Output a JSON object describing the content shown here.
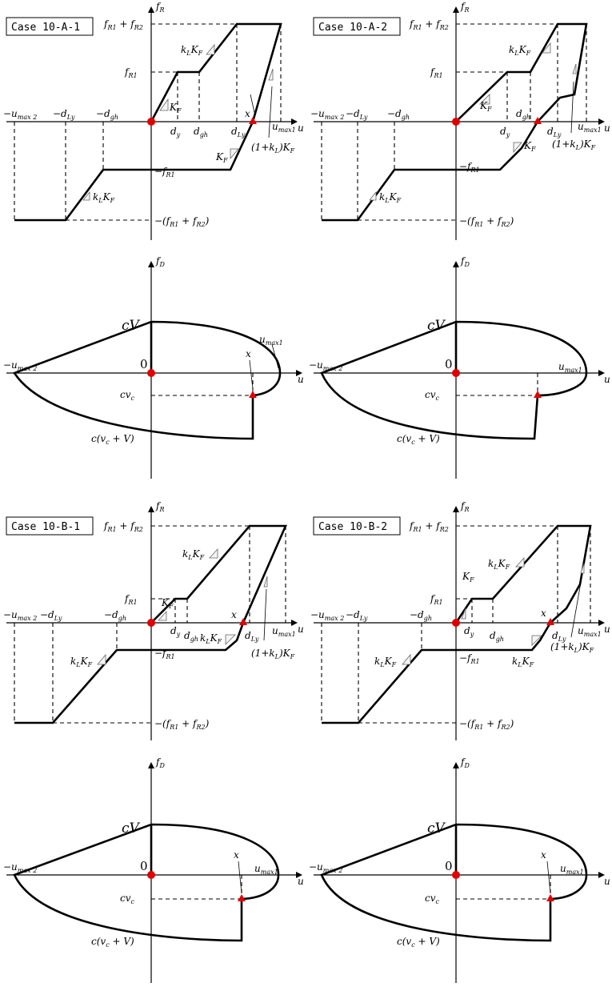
{
  "cases": [
    "Case 10-A-1",
    "Case 10-A-2",
    "Case 10-B-1",
    "Case 10-B-2"
  ],
  "axes": {
    "fR": "f",
    "fR_sub": "R",
    "fD": "f",
    "fD_sub": "D",
    "u": "u"
  },
  "force": {
    "fR1": "f",
    "fR1_sub": "R1",
    "neg_fR1": "−f",
    "neg_fR1_sub": "R1",
    "sum": "f_R1 + f_R2",
    "neg_sum": "−(f_R1 + f_R2)"
  },
  "disp": {
    "umax2": "−u",
    "umax2_sub": "max 2",
    "umax1": "u",
    "umax1_sub": "max1",
    "neg_dLy": "−d",
    "neg_dLy_sub": "Ly",
    "neg_dgh": "−d",
    "neg_dgh_sub": "gh",
    "dy": "d",
    "dy_sub": "y",
    "dgh": "d",
    "dgh_sub": "gh",
    "dLy": "d",
    "dLy_sub": "Ly",
    "x": "x"
  },
  "stiffness": {
    "KF": "K",
    "KF_sub": "F",
    "kLKF": "k",
    "kLKF_sub1": "L",
    "kLKF_mid": "K",
    "kLKF_sub2": "F",
    "onepluskL": "(1+k",
    "onepluskL_sub": "L",
    "onepluskL_end": ")K",
    "onepluskL_sub2": "F"
  },
  "damping": {
    "cV": "cV",
    "zero": "0",
    "cvc": "cv",
    "cvc_sub": "c",
    "cvcV": "c(v",
    "cvcV_sub": "c",
    "cvcV_end": " + V)"
  }
}
